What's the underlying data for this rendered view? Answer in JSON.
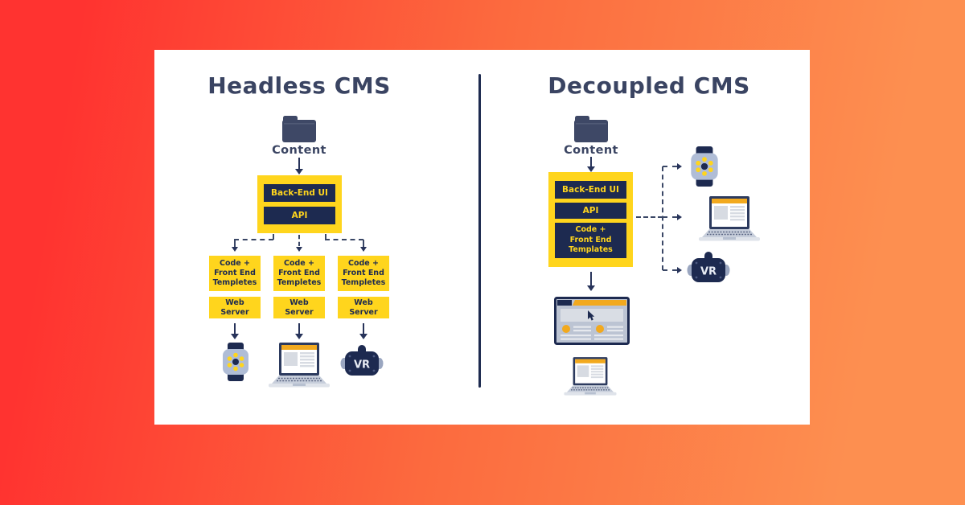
{
  "colors": {
    "background_red": "#ff3330",
    "background_orange": "#fd8f50",
    "card": "#ffffff",
    "navy": "#1d2a50",
    "title_navy": "#3a4462",
    "yellow": "#ffd51d",
    "amber": "#f2a91e"
  },
  "left_panel": {
    "title": "Headless CMS",
    "content_label": "Content",
    "backend_box": {
      "rows": [
        "Back-End UI",
        "API"
      ]
    },
    "branches": [
      {
        "template": "Code +\nFront End\nTempletes",
        "server": "Web\nServer",
        "device": "smartwatch"
      },
      {
        "template": "Code +\nFront End\nTempletes",
        "server": "Web\nServer",
        "device": "laptop"
      },
      {
        "template": "Code +\nFront End\nTempletes",
        "server": "Web\nServer",
        "device": "vr-headset"
      }
    ],
    "vr_label": "VR"
  },
  "right_panel": {
    "title": "Decoupled CMS",
    "content_label": "Content",
    "backend_box": {
      "rows": [
        "Back-End UI",
        "API",
        "Code +\nFront End\nTemplates"
      ]
    },
    "devices": [
      "smartwatch",
      "laptop",
      "vr-headset"
    ],
    "outputs": [
      "browser-window",
      "laptop"
    ],
    "vr_label": "VR"
  }
}
